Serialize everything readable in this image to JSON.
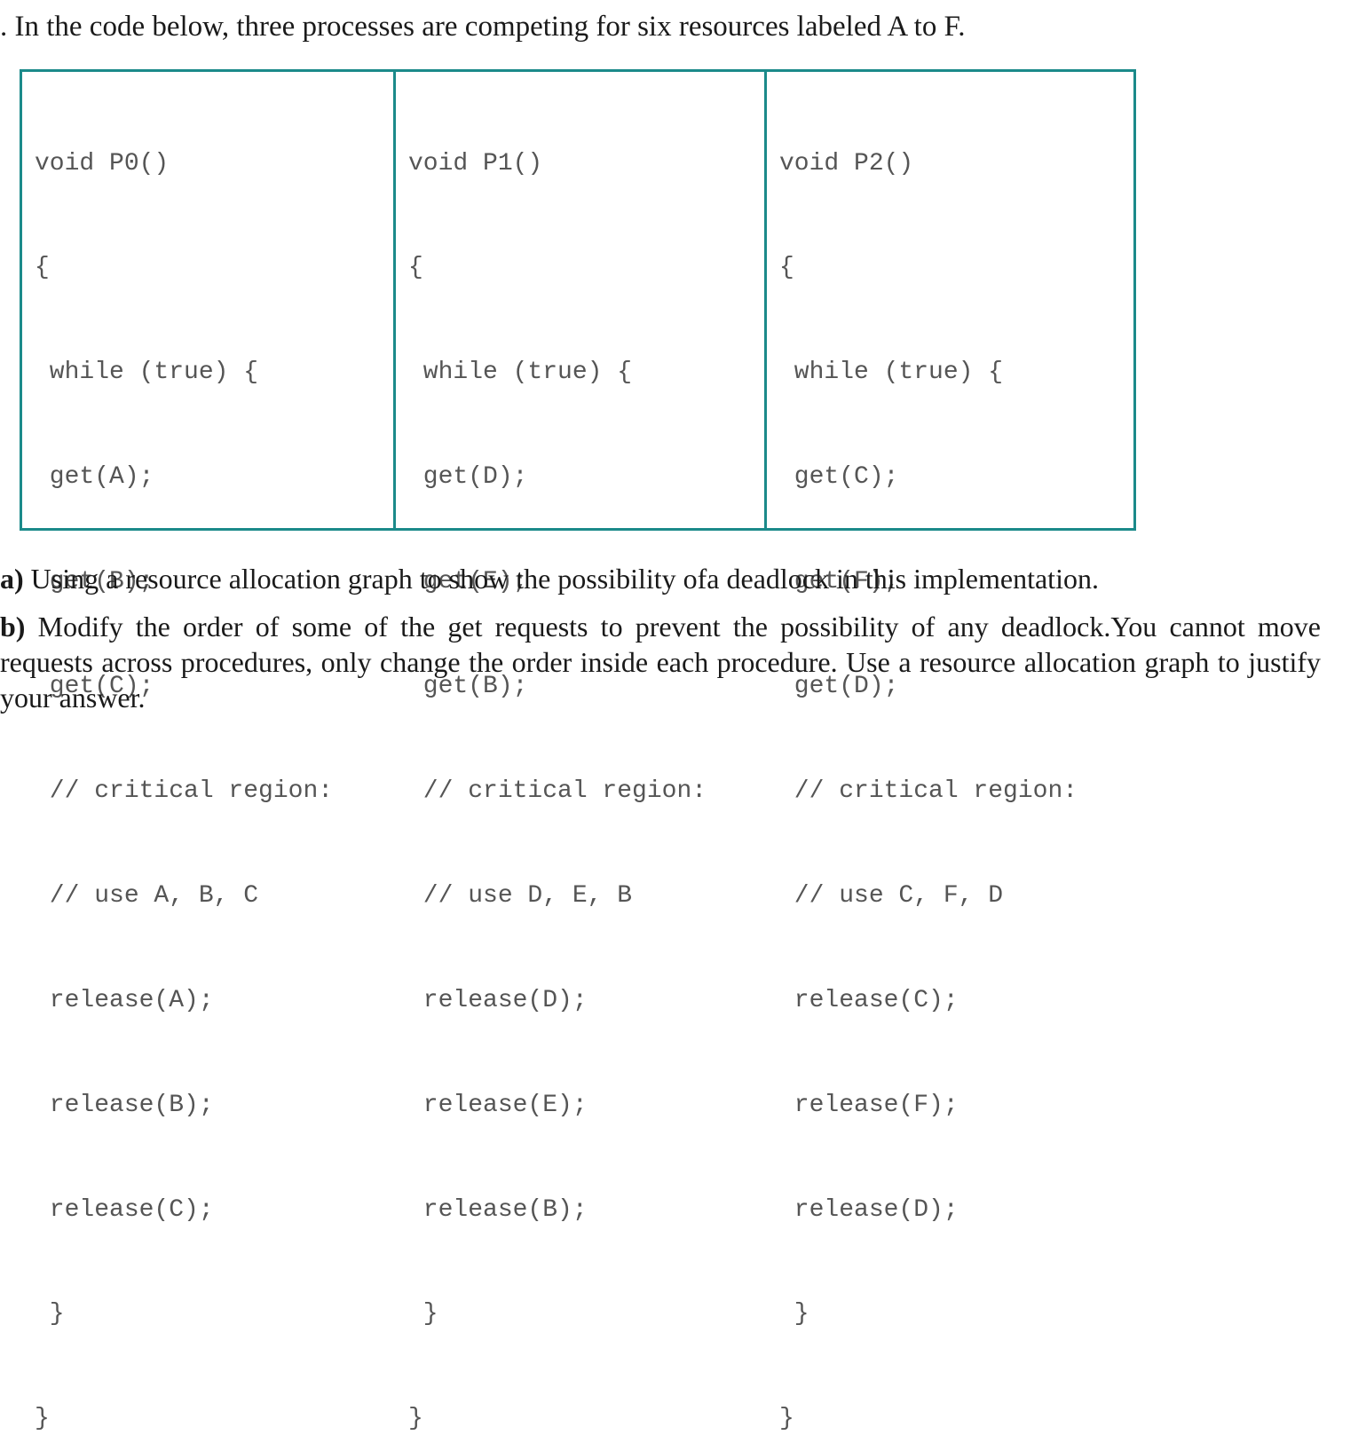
{
  "intro": ". In the code below, three processes are competing for six resources labeled  A to F.",
  "code_blocks": [
    {
      "lines": [
        "void P0()",
        "{",
        " while (true) {",
        " get(A);",
        " get(B);",
        " get(C);",
        " // critical region:",
        " // use A, B, C",
        " release(A);",
        " release(B);",
        " release(C);",
        " }",
        "}"
      ]
    },
    {
      "lines": [
        "void P1()",
        "{",
        " while (true) {",
        " get(D);",
        " get(E);",
        " get(B);",
        " // critical region:",
        " // use D, E, B",
        " release(D);",
        " release(E);",
        " release(B);",
        " }",
        "}"
      ]
    },
    {
      "lines": [
        "void P2()",
        "{",
        " while (true) {",
        " get(C);",
        " get(F);",
        " get(D);",
        " // critical region:",
        " // use C, F, D",
        " release(C);",
        " release(F);",
        " release(D);",
        " }",
        "}"
      ]
    }
  ],
  "questions": [
    {
      "label": "a)",
      "text": " Using a resource allocation graph to show the possibility ofa deadlock in this implementation."
    },
    {
      "label": "b)",
      "text": " Modify the order of some of the get requests to prevent the possibility of any deadlock.You cannot move requests across procedures, only change the order inside each procedure. Use a resource allocation graph to justify your answer."
    }
  ],
  "colors": {
    "border": "#1b8a8a",
    "code_text": "#555555",
    "body_text": "#1a1a1a"
  }
}
